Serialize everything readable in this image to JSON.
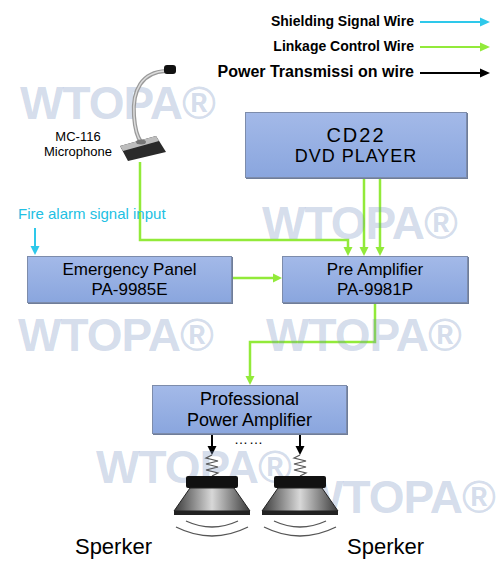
{
  "diagram": {
    "nodes": [
      {
        "text": [
          "MC-116 Microphone"
        ]
      },
      {
        "text": [
          "CD22",
          "DVD PLAYER"
        ]
      },
      {
        "text": [
          "Emergency Panel",
          "PA-9985E"
        ]
      },
      {
        "text": [
          "Pre Amplifier",
          "PA-9981P"
        ]
      },
      {
        "text": [
          "Professional Power Amplifier"
        ]
      },
      {
        "text": [
          "Sperker"
        ]
      },
      {
        "text": [
          "Sperker"
        ]
      }
    ],
    "edges": [
      {
        "from": 0,
        "to": 3,
        "arrow": "to"
      },
      {
        "from": 1,
        "to": 3,
        "arrow": "to"
      },
      {
        "from": 1,
        "to": 3,
        "arrow": "to"
      },
      {
        "from": 2,
        "to": 3,
        "arrow": "to"
      },
      {
        "from": 3,
        "to": 4,
        "arrow": "to"
      },
      {
        "from": 4,
        "to": 5,
        "arrow": "to"
      },
      {
        "from": 4,
        "to": 6,
        "arrow": "to"
      }
    ],
    "labels": [
      "Fire alarm signal input",
      "……",
      "WTOPA®",
      "WTOPA®",
      "WTOPA®",
      "WTOPA®",
      "WTOPA®",
      "WTOPA®"
    ],
    "legend": [
      {
        "text": "Shielding Signal Wire"
      },
      {
        "text": "Linkage Control Wire"
      },
      {
        "text": "Power Transmissi on wire"
      }
    ]
  }
}
